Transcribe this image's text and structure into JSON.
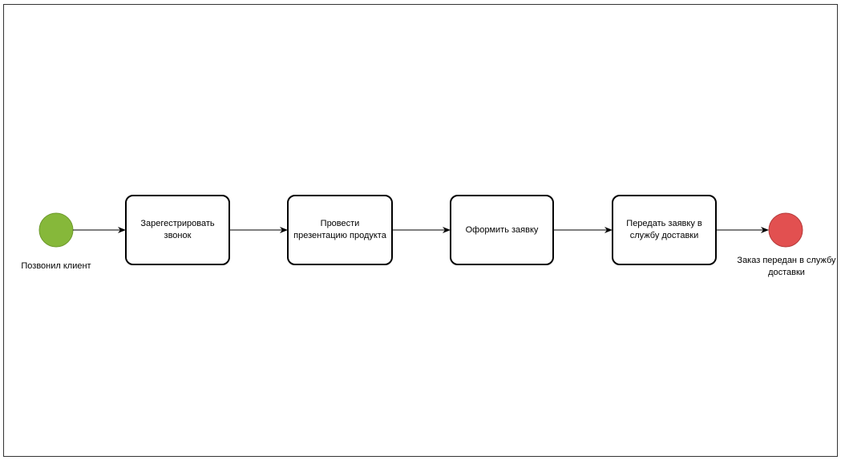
{
  "diagram": {
    "start_event": {
      "label": "Позвонил клиент",
      "color": "#86b83a"
    },
    "end_event": {
      "label": "Заказ передан в службу доставки",
      "color": "#e25050"
    },
    "tasks": [
      {
        "label": "Зарегестрировать звонок"
      },
      {
        "label": "Провести презентацию продукта"
      },
      {
        "label": "Оформить заявку"
      },
      {
        "label": "Передать заявку в службу доставки"
      }
    ],
    "stroke_color": "#000000"
  }
}
